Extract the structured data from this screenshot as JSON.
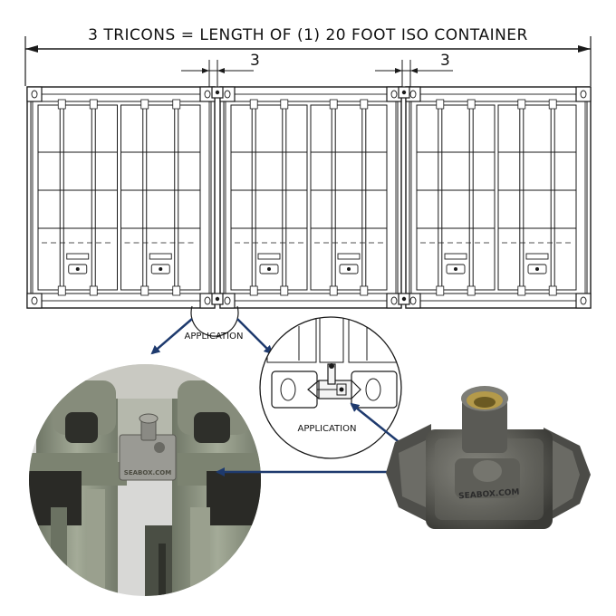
{
  "title": "3 TRICONS = LENGTH OF (1) 20 FOOT ISO CONTAINER",
  "dimension_label_left": "3",
  "dimension_label_right": "3",
  "application_label_top": "APPLICATION",
  "application_label_detail": "APPLICATION",
  "brand_text_product": "SEABOX.COM",
  "brand_text_photo": "SEABOX.COM",
  "colors": {
    "arrow": "#1e3a6e",
    "container_green": "#8f9684",
    "metal": "#6e6e68",
    "line": "#1a1a1a"
  },
  "sections": 3
}
